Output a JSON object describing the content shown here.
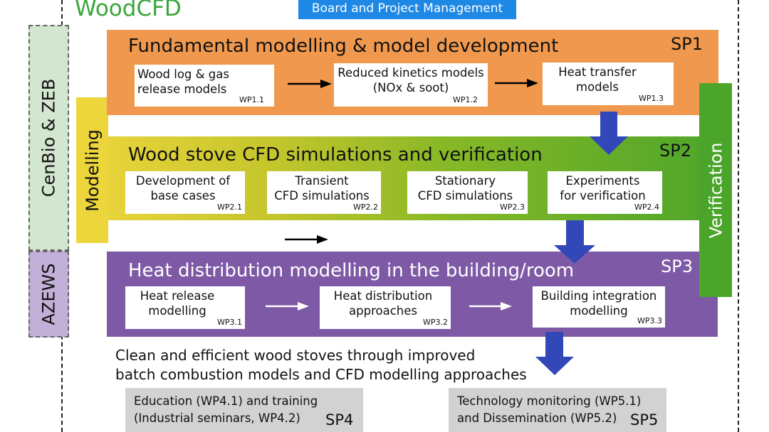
{
  "title": "WoodCFD",
  "board": "Board and Project Management",
  "side": {
    "cenbio": "CenBio & ZEB",
    "azews": "AZEWS",
    "modelling": "Modelling",
    "verification": "Verification"
  },
  "sp1": {
    "title": "Fundamental modelling & model development",
    "label": "SP1",
    "boxes": [
      {
        "text": "Wood log & gas\nrelease  models",
        "wp": "WP1.1"
      },
      {
        "text": "Reduced kinetics models\n(NOx & soot)",
        "wp": "WP1.2"
      },
      {
        "text": "Heat transfer\nmodels",
        "wp": "WP1.3"
      }
    ]
  },
  "sp2": {
    "title": "Wood stove CFD simulations and verification",
    "label": "SP2",
    "boxes": [
      {
        "text": "Development of\nbase cases",
        "wp": "WP2.1"
      },
      {
        "text": "Transient\nCFD simulations",
        "wp": "WP2.2"
      },
      {
        "text": "Stationary\nCFD simulations",
        "wp": "WP2.3"
      },
      {
        "text": "Experiments\nfor verification",
        "wp": "WP2.4"
      }
    ]
  },
  "sp3": {
    "title": "Heat distribution modelling in the building/room",
    "label": "SP3",
    "boxes": [
      {
        "text": "Heat release\nmodelling",
        "wp": "WP3.1"
      },
      {
        "text": "Heat distribution\napproaches",
        "wp": "WP3.2"
      },
      {
        "text": "Building integration\nmodelling",
        "wp": "WP3.3"
      }
    ]
  },
  "outcome": "Clean and efficient wood stoves through improved\nbatch combustion models and CFD modelling approaches",
  "sp4": {
    "text": "Education (WP4.1) and training\n(Industrial seminars, WP4.2)",
    "label": "SP4"
  },
  "sp5": {
    "text": "Technology monitoring (WP5.1)\nand Dissemination (WP5.2)",
    "label": "SP5"
  },
  "colors": {
    "sp1": "#f0994e",
    "sp3": "#7e5aa6",
    "modelling": "#ecd63c",
    "verification": "#4aa52a",
    "cenbio": "#d3e6cf",
    "azews": "#c3b0d8",
    "board": "#1e88e5",
    "arrow": "#3348b8"
  }
}
